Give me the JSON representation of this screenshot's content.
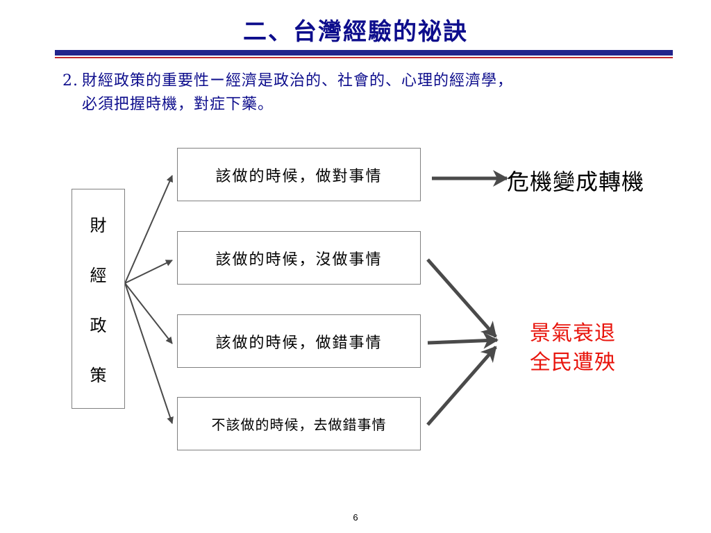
{
  "slide": {
    "title": "二、台灣經驗的祕訣",
    "point": {
      "number": "2.",
      "line1": "財經政策的重要性ー經濟是政治的、社會的、心理的經濟學，",
      "line2": "必須把握時機，對症下藥。"
    },
    "page_number": "6"
  },
  "diagram": {
    "source": {
      "chars": [
        "財",
        "經",
        "政",
        "策"
      ]
    },
    "options": [
      {
        "label": "該做的時候，做對事情"
      },
      {
        "label": "該做的時候，沒做事情"
      },
      {
        "label": "該做的時候，做錯事情"
      },
      {
        "label": "不該做的時候，去做錯事情"
      }
    ],
    "outcomes": {
      "good": "危機變成轉機",
      "bad_line1": "景氣衰退",
      "bad_line2": "全民遭殃"
    },
    "colors": {
      "title": "#0d0d8c",
      "accent_rule": "#22248c",
      "bad_outcome": "#e8140c",
      "arrow": "#4a4a4a"
    }
  }
}
